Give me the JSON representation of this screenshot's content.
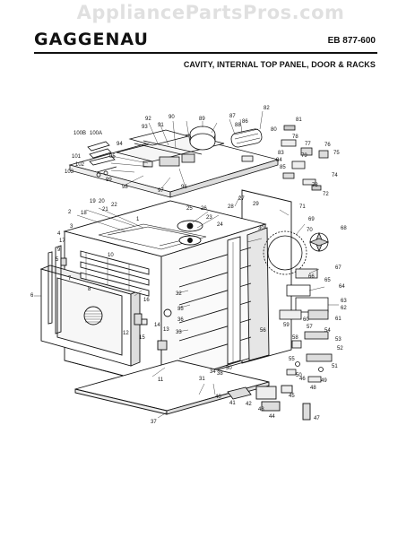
{
  "watermark": "AppliancePartsPros.com",
  "brand": "GAGGENAU",
  "model": "EB 877-600",
  "subtitle": "CAVITY, INTERNAL TOP PANEL, DOOR & RACKS",
  "part_labels": [
    {
      "id": "p1",
      "text": "1"
    },
    {
      "id": "p2",
      "text": "2"
    },
    {
      "id": "p3",
      "text": "3"
    },
    {
      "id": "p4",
      "text": "4"
    },
    {
      "id": "p5",
      "text": "5"
    },
    {
      "id": "p6",
      "text": "6"
    },
    {
      "id": "p7",
      "text": "7"
    },
    {
      "id": "p8",
      "text": "8"
    },
    {
      "id": "p9",
      "text": "9"
    },
    {
      "id": "p10",
      "text": "10"
    },
    {
      "id": "p11",
      "text": "11"
    },
    {
      "id": "p12",
      "text": "12"
    },
    {
      "id": "p13",
      "text": "13"
    },
    {
      "id": "p14",
      "text": "14"
    },
    {
      "id": "p15",
      "text": "15"
    },
    {
      "id": "p16",
      "text": "16"
    },
    {
      "id": "p17",
      "text": "17"
    },
    {
      "id": "p18",
      "text": "18"
    },
    {
      "id": "p19",
      "text": "19"
    },
    {
      "id": "p20",
      "text": "20"
    },
    {
      "id": "p21",
      "text": "21"
    },
    {
      "id": "p22",
      "text": "22"
    },
    {
      "id": "p23",
      "text": "23"
    },
    {
      "id": "p24",
      "text": "24"
    },
    {
      "id": "p25",
      "text": "25"
    },
    {
      "id": "p26",
      "text": "26"
    },
    {
      "id": "p27",
      "text": "27"
    },
    {
      "id": "p28",
      "text": "28"
    },
    {
      "id": "p29",
      "text": "29"
    },
    {
      "id": "p30a",
      "text": "30"
    },
    {
      "id": "p30b",
      "text": "30"
    },
    {
      "id": "p31",
      "text": "31"
    },
    {
      "id": "p32",
      "text": "32"
    },
    {
      "id": "p33",
      "text": "33"
    },
    {
      "id": "p34",
      "text": "34"
    },
    {
      "id": "p35",
      "text": "35"
    },
    {
      "id": "p36",
      "text": "36"
    },
    {
      "id": "p37",
      "text": "37"
    },
    {
      "id": "p38",
      "text": "38"
    },
    {
      "id": "p40",
      "text": "40"
    },
    {
      "id": "p41",
      "text": "41"
    },
    {
      "id": "p42",
      "text": "42"
    },
    {
      "id": "p43",
      "text": "43"
    },
    {
      "id": "p44",
      "text": "44"
    },
    {
      "id": "p45",
      "text": "45"
    },
    {
      "id": "p46",
      "text": "46"
    },
    {
      "id": "p47",
      "text": "47"
    },
    {
      "id": "p48",
      "text": "48"
    },
    {
      "id": "p49",
      "text": "49"
    },
    {
      "id": "p50",
      "text": "50"
    },
    {
      "id": "p51",
      "text": "51"
    },
    {
      "id": "p52",
      "text": "52"
    },
    {
      "id": "p53",
      "text": "53"
    },
    {
      "id": "p54",
      "text": "54"
    },
    {
      "id": "p55",
      "text": "55"
    },
    {
      "id": "p56",
      "text": "56"
    },
    {
      "id": "p57",
      "text": "57"
    },
    {
      "id": "p58",
      "text": "58"
    },
    {
      "id": "p59",
      "text": "59"
    },
    {
      "id": "p60",
      "text": "60"
    },
    {
      "id": "p61",
      "text": "61"
    },
    {
      "id": "p62",
      "text": "62"
    },
    {
      "id": "p63",
      "text": "63"
    },
    {
      "id": "p64",
      "text": "64"
    },
    {
      "id": "p65",
      "text": "65"
    },
    {
      "id": "p66",
      "text": "66"
    },
    {
      "id": "p67",
      "text": "67"
    },
    {
      "id": "p68",
      "text": "68"
    },
    {
      "id": "p69",
      "text": "69"
    },
    {
      "id": "p70",
      "text": "70"
    },
    {
      "id": "p71",
      "text": "71"
    },
    {
      "id": "p72",
      "text": "72"
    },
    {
      "id": "p73",
      "text": "73"
    },
    {
      "id": "p74",
      "text": "74"
    },
    {
      "id": "p75",
      "text": "75"
    },
    {
      "id": "p76",
      "text": "76"
    },
    {
      "id": "p77",
      "text": "77"
    },
    {
      "id": "p78",
      "text": "78"
    },
    {
      "id": "p79",
      "text": "79"
    },
    {
      "id": "p80",
      "text": "80"
    },
    {
      "id": "p81",
      "text": "81"
    },
    {
      "id": "p82",
      "text": "82"
    },
    {
      "id": "p83",
      "text": "83"
    },
    {
      "id": "p84",
      "text": "84"
    },
    {
      "id": "p85",
      "text": "85"
    },
    {
      "id": "p86",
      "text": "86"
    },
    {
      "id": "p87",
      "text": "87"
    },
    {
      "id": "p88",
      "text": "88"
    },
    {
      "id": "p89",
      "text": "89"
    },
    {
      "id": "p90",
      "text": "90"
    },
    {
      "id": "p91",
      "text": "91"
    },
    {
      "id": "p92",
      "text": "92"
    },
    {
      "id": "p93",
      "text": "93"
    },
    {
      "id": "p94",
      "text": "94"
    },
    {
      "id": "p95",
      "text": "95"
    },
    {
      "id": "p96",
      "text": "96"
    },
    {
      "id": "p97",
      "text": "97"
    },
    {
      "id": "p98",
      "text": "98"
    },
    {
      "id": "p99",
      "text": "99"
    },
    {
      "id": "p100a",
      "text": "100A"
    },
    {
      "id": "p100b",
      "text": "100B"
    },
    {
      "id": "p101",
      "text": "101"
    },
    {
      "id": "p102",
      "text": "102"
    },
    {
      "id": "p103",
      "text": "103"
    }
  ]
}
